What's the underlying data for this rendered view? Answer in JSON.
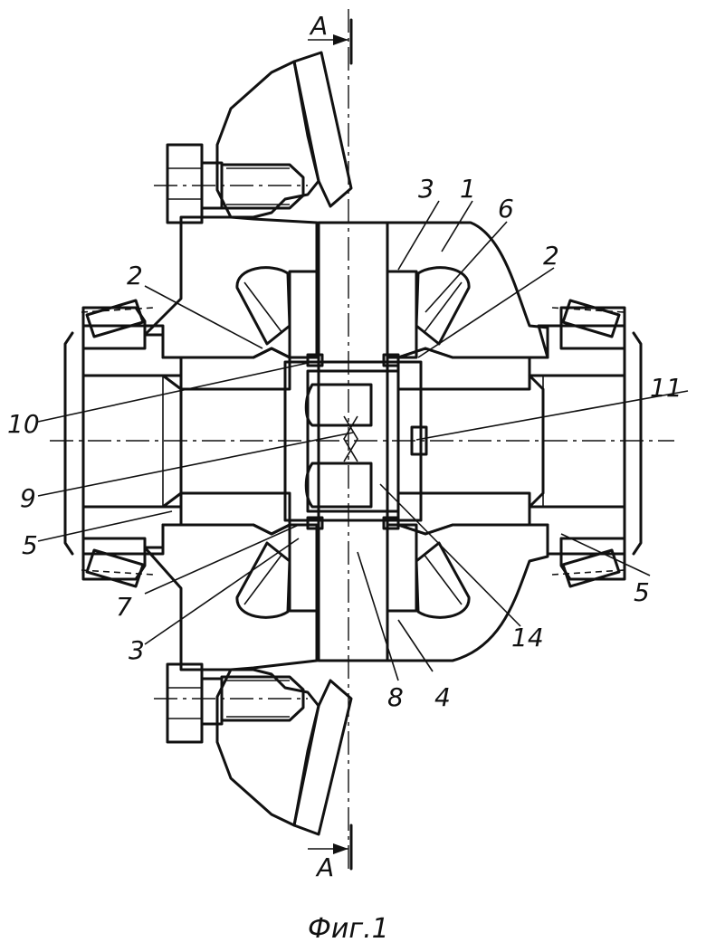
{
  "figure": {
    "caption": "Фиг.1",
    "section_mark_top": "А",
    "section_mark_bottom": "А",
    "labels": {
      "n1": "1",
      "n2_left": "2",
      "n2_right": "2",
      "n3_top": "3",
      "n3_bottom": "3",
      "n4": "4",
      "n5_left": "5",
      "n5_right": "5",
      "n6": "6",
      "n7": "7",
      "n8": "8",
      "n9": "9",
      "n10": "10",
      "n11": "11",
      "n14": "14"
    }
  }
}
